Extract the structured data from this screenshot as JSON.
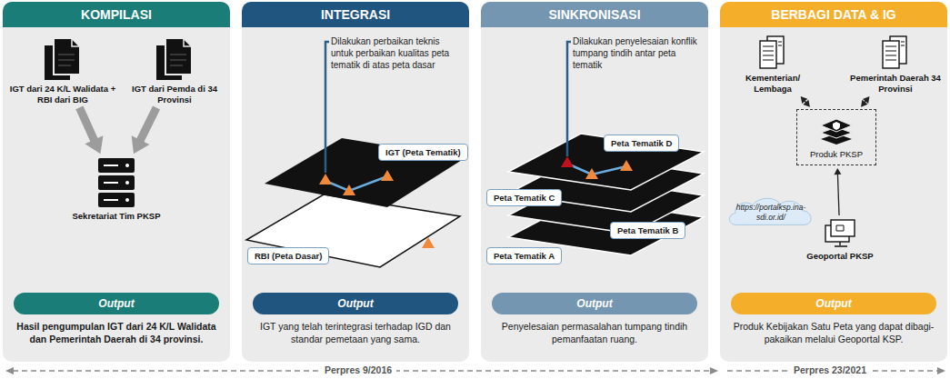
{
  "diagram": {
    "nodes": [
      {
        "text": [
          "KOMPILASI",
          "Hasil pengumpulan IGT dari 24 K/L Walidata dan Pemerintah Daerah di 34 provinsi."
        ]
      },
      {
        "text": [
          "IGT dari 24 K/L Walidata + RBI dari BIG"
        ],
        "in": 0
      },
      {
        "text": [
          "IGT dari Pemda di 34 Provinsi"
        ],
        "in": 0
      },
      {
        "text": [
          "Sekretariat Tim PKSP"
        ],
        "in": 0
      },
      {
        "text": [
          "Output"
        ],
        "in": 0
      },
      {
        "text": [
          "INTEGRASI",
          "IGT yang telah terintegrasi terhadap IGD dan standar pemetaan yang sama."
        ]
      },
      {
        "text": [
          "IGT (Peta Tematik)"
        ],
        "in": 5
      },
      {
        "text": [
          "RBI (Peta Dasar)"
        ],
        "in": 5
      },
      {
        "text": [
          "Output"
        ],
        "in": 5
      },
      {
        "text": [
          "SINKRONISASI",
          "Penyelesaian permasalahan tumpang tindih pemanfaatan ruang."
        ]
      },
      {
        "text": [
          "Peta Tematik D"
        ],
        "in": 9
      },
      {
        "text": [
          "Peta Tematik C"
        ],
        "in": 9
      },
      {
        "text": [
          "Peta Tematik B"
        ],
        "in": 9
      },
      {
        "text": [
          "Peta Tematik A"
        ],
        "in": 9
      },
      {
        "text": [
          "Output"
        ],
        "in": 9
      },
      {
        "text": [
          "BERBAGI DATA & IG",
          "Produk Kebijakan Satu Peta yang dapat dibagi-pakaikan melalui Geoportal KSP."
        ]
      },
      {
        "text": [
          "Kementerian/ Lembaga"
        ],
        "in": 15
      },
      {
        "text": [
          "Pemerintah Daerah 34 Provinsi"
        ],
        "in": 15
      },
      {
        "text": [
          "Produk PKSP"
        ],
        "in": 15
      },
      {
        "text": [
          "https://portalksp.ina-sdi.or.id/"
        ],
        "in": 15
      },
      {
        "text": [
          "Geoportal PKSP"
        ],
        "in": 15
      },
      {
        "text": [
          "Output"
        ],
        "in": 15
      }
    ],
    "edges": [
      {
        "from": 1,
        "to": 3,
        "arrow": "to"
      },
      {
        "from": 2,
        "to": 3,
        "arrow": "to"
      },
      {
        "from": 16,
        "to": 18,
        "arrow": "both"
      },
      {
        "from": 17,
        "to": 18,
        "arrow": "both"
      },
      {
        "from": 20,
        "to": 18,
        "arrow": "to"
      }
    ],
    "labels": [
      "Dilakukan perbaikan teknis untuk perbaikan kualitas peta tematik di atas peta dasar",
      "Dilakukan penyelesaian konflik tumpang tindih antar peta tematik",
      "Perpres 9/2016",
      "Perpres 23/2021"
    ]
  }
}
